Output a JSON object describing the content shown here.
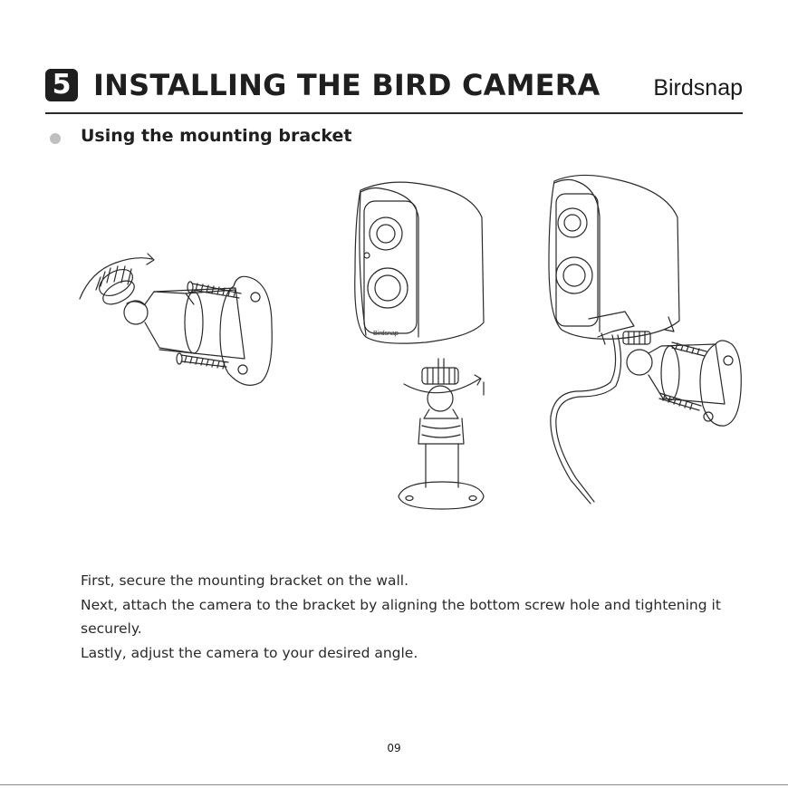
{
  "header": {
    "step_number": "5",
    "title": "INSTALLING THE BIRD CAMERA",
    "brand": "Birdsnap"
  },
  "section": {
    "title": "Using the mounting bracket"
  },
  "illustrations": {
    "camera_logo_text": "Birdsnap"
  },
  "instructions": [
    "First, secure the mounting bracket on the wall.",
    "Next, attach the camera to the bracket by aligning the bottom screw hole and tightening it securely.",
    "Lastly, adjust the camera to your desired angle."
  ],
  "footer": {
    "page_number": "09"
  }
}
